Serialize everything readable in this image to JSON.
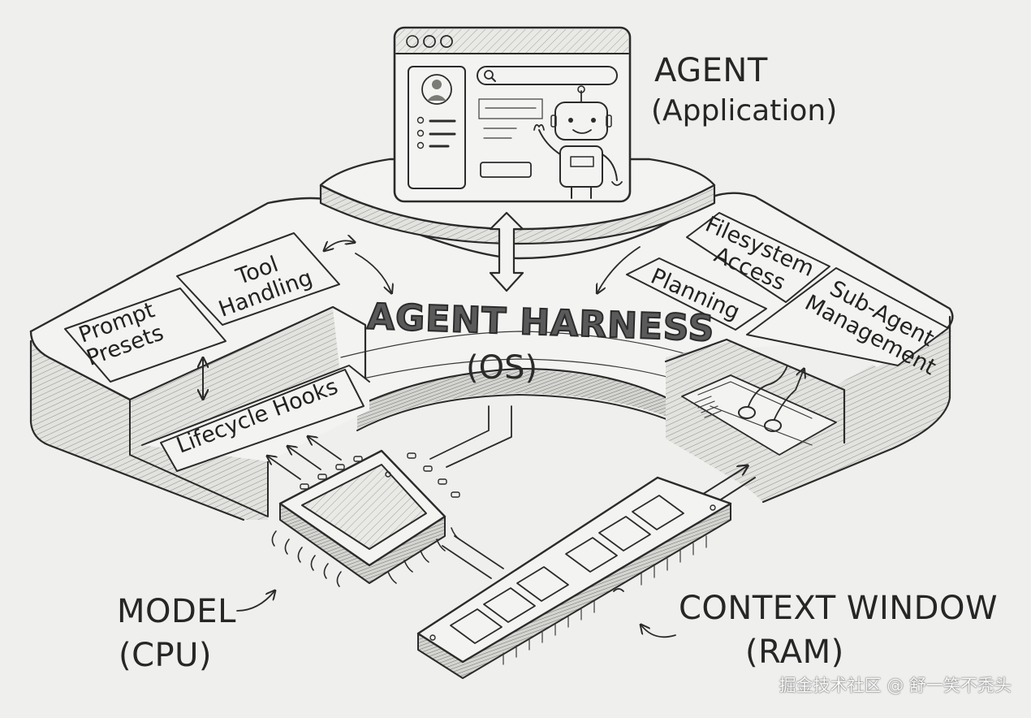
{
  "agent": {
    "title": "AGENT",
    "subtitle": "(Application)",
    "window": {
      "traffic_lights": [
        "close",
        "minimize",
        "maximize"
      ],
      "search_icon": "search-icon",
      "avatar_icon": "user-avatar-icon",
      "mascot_icon": "robot-icon"
    }
  },
  "harness": {
    "title": "AGENT HARNESS",
    "subtitle": "(OS)",
    "left_modules": [
      "Prompt Presets",
      "Tool Handling",
      "Lifecycle Hooks"
    ],
    "right_modules": [
      "Filesystem Access",
      "Planning",
      "Sub-Agent Management"
    ],
    "prompt_presets": {
      "line1": "Prompt",
      "line2": "Presets"
    },
    "tool_handling": {
      "line1": "Tool",
      "line2": "Handling"
    },
    "lifecycle_hooks": "Lifecycle Hooks",
    "filesystem_access": {
      "line1": "Filesystem",
      "line2": "Access"
    },
    "planning": "Planning",
    "sub_agent_management": {
      "line1": "Sub-Agent",
      "line2": "Management"
    }
  },
  "model": {
    "title": "MODEL",
    "subtitle": "(CPU)",
    "icon": "cpu-chip-icon"
  },
  "context_window": {
    "title": "CONTEXT WINDOW",
    "subtitle": "(RAM)",
    "icon": "ram-stick-icon"
  },
  "watermark": "掘金技术社区 @ 舒一笑不秃头",
  "colors": {
    "paper": "#efefed",
    "ink": "#2b2b2b",
    "title_fill": "#5a5a5a"
  }
}
